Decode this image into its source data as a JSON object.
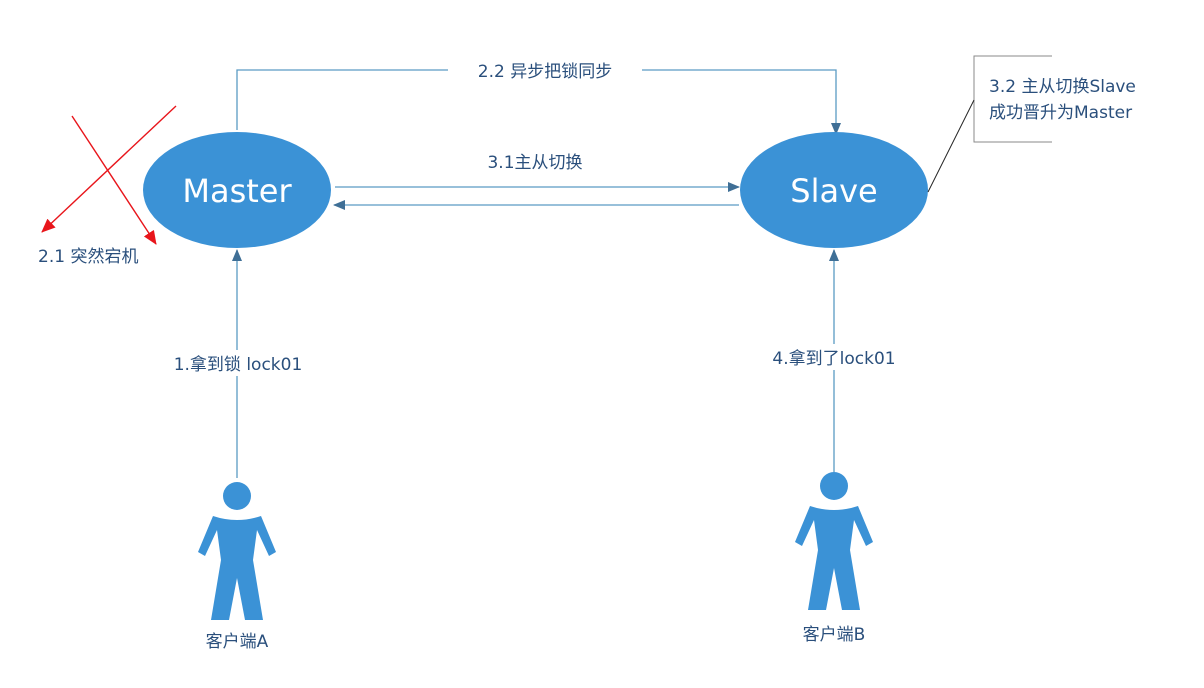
{
  "nodes": {
    "master": {
      "label": "Master"
    },
    "slave": {
      "label": "Slave"
    }
  },
  "edges": {
    "async_sync": "2.2 异步把锁同步",
    "failover": "3.1主从切换",
    "client_a_lock": "1.拿到锁 lock01",
    "client_b_lock": "4.拿到了lock01"
  },
  "annotations": {
    "crash": "2.1 突然宕机",
    "promote_line1": "3.2 主从切换Slave",
    "promote_line2": "成功晋升为Master"
  },
  "clients": {
    "a": "客户端A",
    "b": "客户端B"
  },
  "colors": {
    "node_fill": "#3b92d6",
    "line": "#5b9bc4",
    "text": "#2a4f7c",
    "crash_mark": "#e8151b"
  }
}
